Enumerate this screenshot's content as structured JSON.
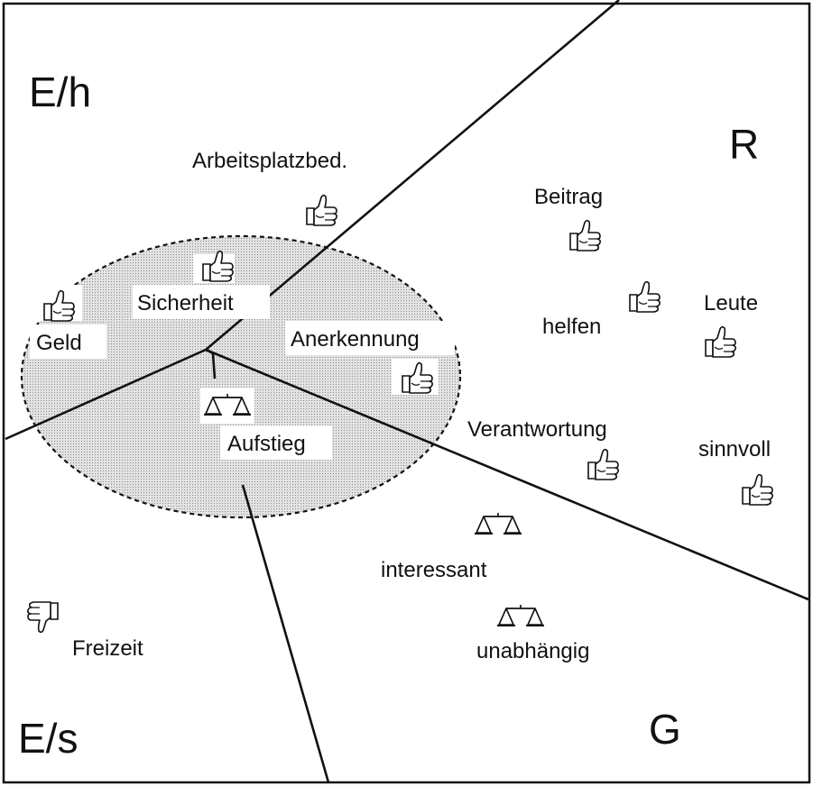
{
  "diagram": {
    "regions": {
      "top_left": "E/h",
      "top_right": "R",
      "bottom_left": "E/s",
      "bottom_right": "G"
    },
    "terms": [
      {
        "id": "arbeitsplatzbed",
        "label": "Arbeitsplatzbed.",
        "rating": "positive"
      },
      {
        "id": "sicherheit",
        "label": "Sicherheit",
        "rating": "positive"
      },
      {
        "id": "geld",
        "label": "Geld",
        "rating": "positive"
      },
      {
        "id": "anerkennung",
        "label": "Anerkennung",
        "rating": "positive"
      },
      {
        "id": "aufstieg",
        "label": "Aufstieg",
        "rating": "neutral"
      },
      {
        "id": "beitrag",
        "label": "Beitrag",
        "rating": "positive"
      },
      {
        "id": "helfen",
        "label": "helfen",
        "rating": "positive"
      },
      {
        "id": "leute",
        "label": "Leute",
        "rating": "positive"
      },
      {
        "id": "verantwortung",
        "label": "Verantwortung",
        "rating": "positive"
      },
      {
        "id": "sinnvoll",
        "label": "sinnvoll",
        "rating": "positive"
      },
      {
        "id": "interessant",
        "label": "interessant",
        "rating": "neutral"
      },
      {
        "id": "unabhaengig",
        "label": "unabhängig",
        "rating": "neutral"
      },
      {
        "id": "freizeit",
        "label": "Freizeit",
        "rating": "negative"
      }
    ],
    "icon_legend": {
      "positive": "thumbs-up-icon",
      "neutral": "balance-scale-icon",
      "negative": "thumbs-down-icon"
    },
    "colors": {
      "line": "#111111",
      "ellipse_fill": "#d4d4d4",
      "background": "#ffffff"
    }
  }
}
